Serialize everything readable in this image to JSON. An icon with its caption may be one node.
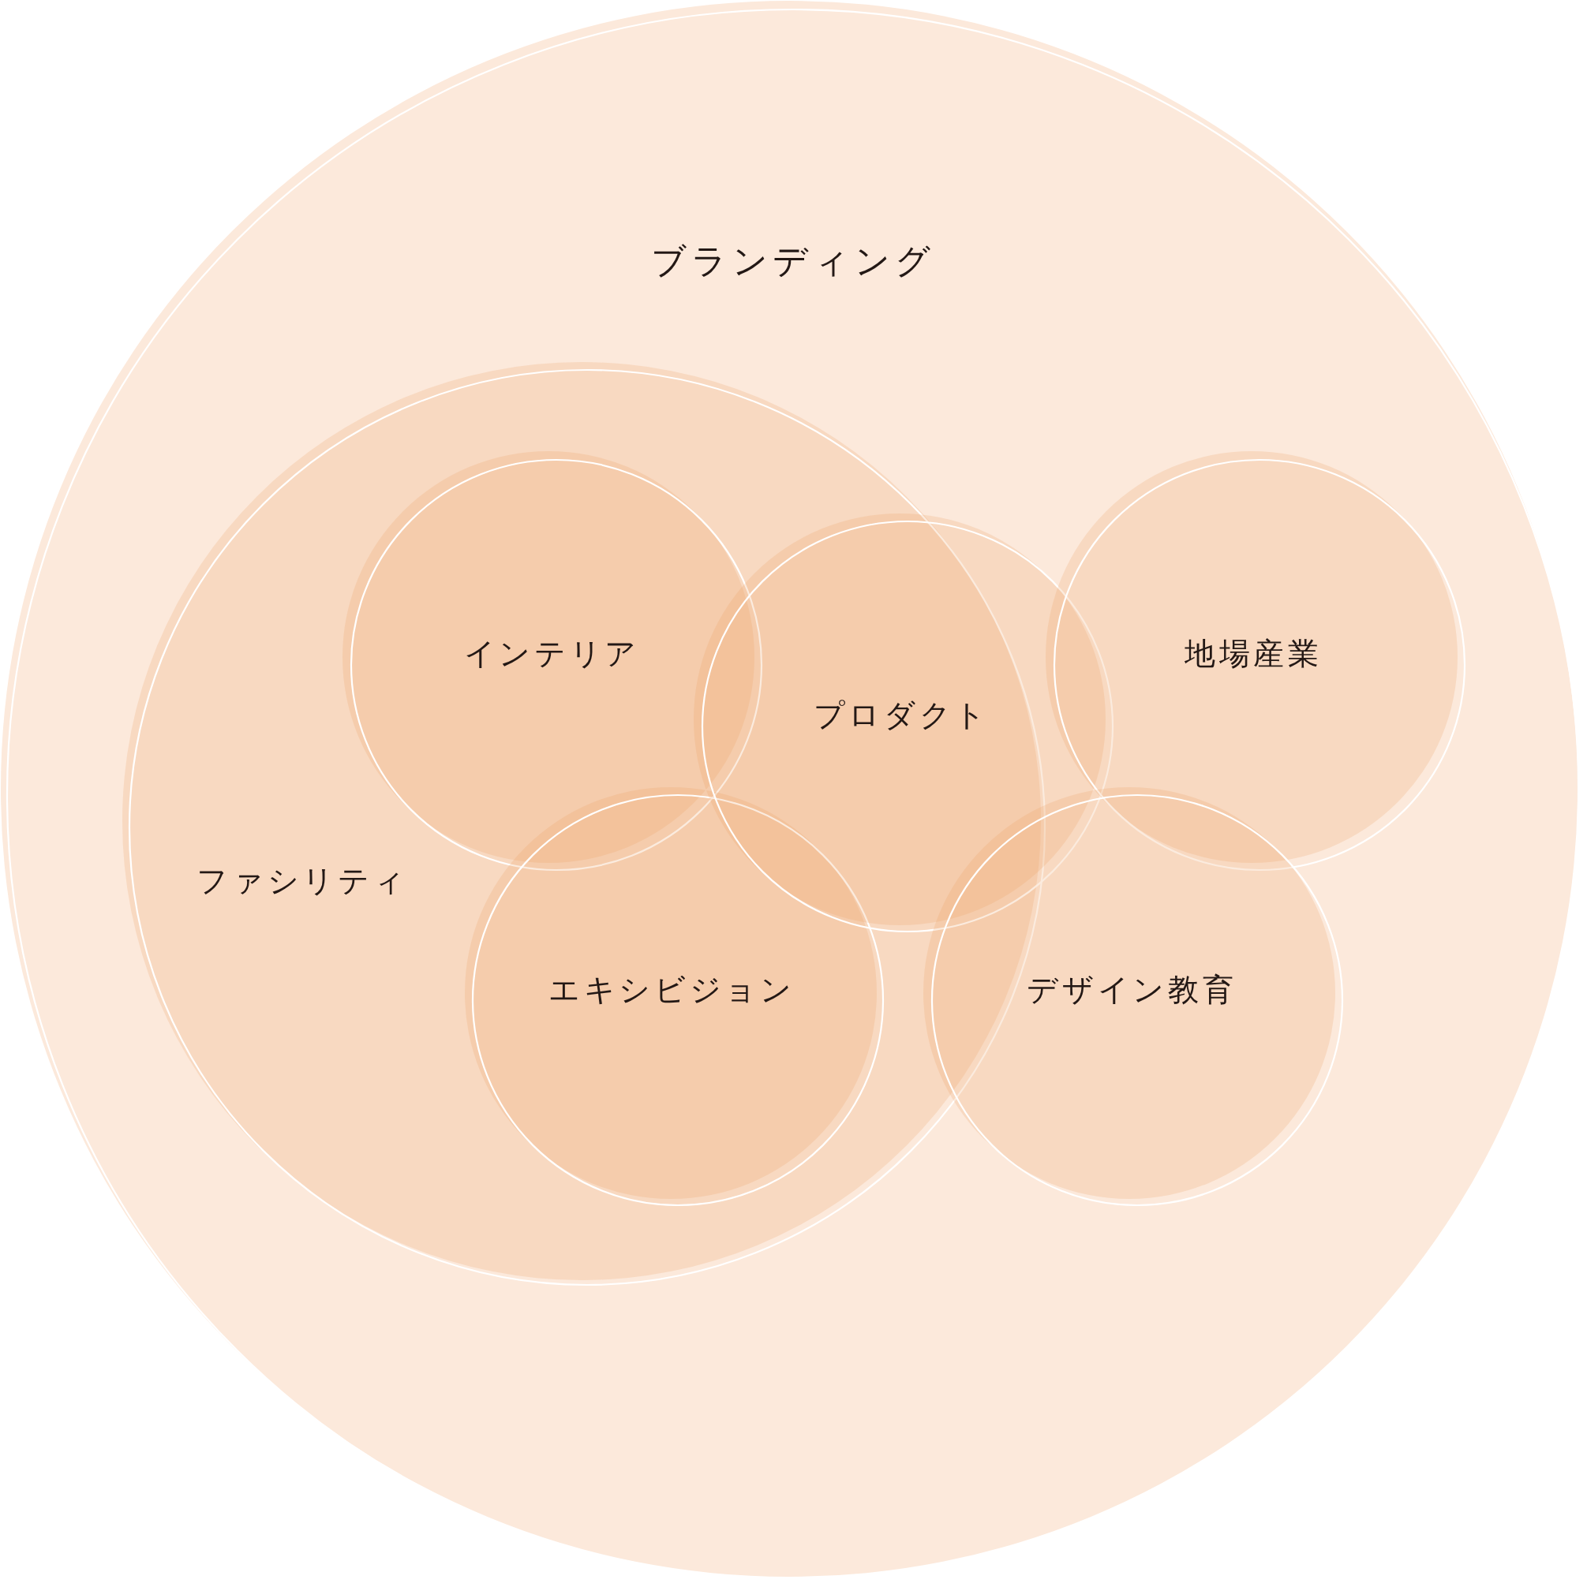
{
  "diagram": {
    "nodes": [
      {
        "text": [
          "ブランディング"
        ]
      },
      {
        "text": [
          "ファシリティ"
        ],
        "in": 0
      },
      {
        "text": [
          "インテリア"
        ],
        "in": 1
      },
      {
        "text": [
          "プロダクト"
        ],
        "in": 0
      },
      {
        "text": [
          "地場産業"
        ],
        "in": 0
      },
      {
        "text": [
          "エキシビジョン"
        ],
        "in": 1
      },
      {
        "text": [
          "デザイン教育"
        ],
        "in": 0
      }
    ]
  }
}
